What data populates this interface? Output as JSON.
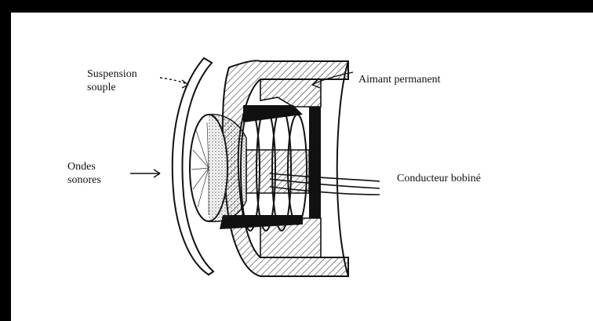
{
  "labels": {
    "suspension": "Suspension\nsouple",
    "ondes": "Ondes\nsonores",
    "aimant": "Aimant permanent",
    "conducteur": "Conducteur bobiné"
  },
  "colors": {
    "frame": "#000000",
    "background": "#ffffff",
    "ink": "#111111"
  }
}
